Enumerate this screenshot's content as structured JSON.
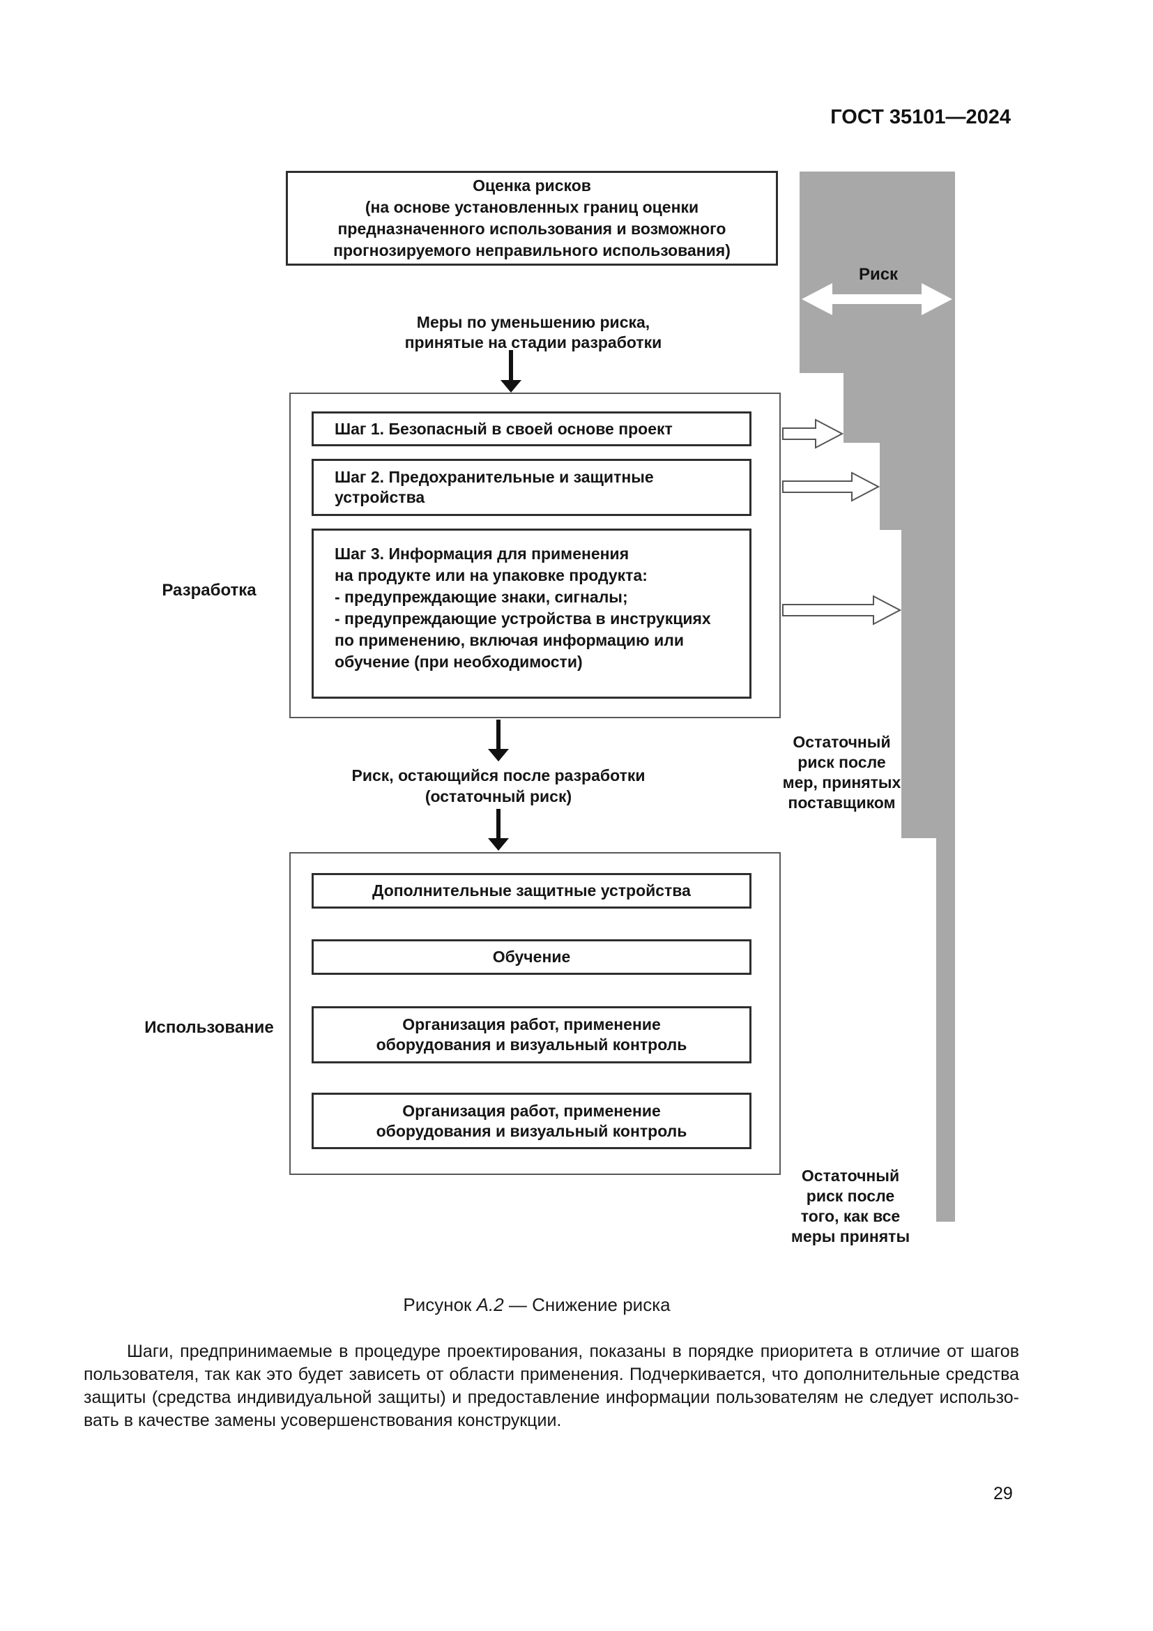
{
  "page": {
    "header": "ГОСТ 35101—2024",
    "page_number": "29"
  },
  "colors": {
    "risk_gray": "#a8a8a8",
    "arrow_outline": "#555555",
    "black": "#111111"
  },
  "diagram": {
    "risk_label": "Риск",
    "top_box_lines": [
      "Оценка рисков",
      "(на основе установленных границ оценки",
      "предназначенного использования и возможного",
      "прогнозируемого неправильного использования)"
    ],
    "measures_lines": [
      "Меры по уменьшению риска,",
      "принятые на стадии разработки"
    ],
    "development": {
      "label": "Разработка",
      "step1": "Шаг 1. Безопасный в своей основе проект",
      "step2_lines": [
        "Шаг 2. Предохранительные и защитные",
        "устройства"
      ],
      "step3_lines": [
        "Шаг 3. Информация для применения",
        "на продукте или на упаковке продукта:",
        "- предупреждающие знаки, сигналы;",
        "- предупреждающие устройства в инструкциях",
        "по применению, включая информацию или",
        "обучение (при необходимости)"
      ]
    },
    "residual_after_dev_lines": [
      "Риск, остающийся после разработки",
      "(остаточный риск)"
    ],
    "supplier_residual_lines": [
      "Остаточный",
      "риск после",
      "мер, принятых",
      "поставщиком"
    ],
    "use": {
      "label": "Использование",
      "box1": "Дополнительные защитные устройства",
      "box2": "Обучение",
      "box3_lines": [
        "Организация работ, применение",
        "оборудования и визуальный контроль"
      ],
      "box4_lines": [
        "Организация работ, применение",
        "оборудования и визуальный контроль"
      ]
    },
    "final_residual_lines": [
      "Остаточный",
      "риск после",
      "того, как все",
      "меры приняты"
    ]
  },
  "caption": {
    "prefix": "Рисунок ",
    "figure_id": "А.2",
    "suffix": " — Снижение риска"
  },
  "paragraph_lines": [
    "Шаги, предпринимаемые в процедуре проектирования, показаны в порядке приоритета в отличие от шагов",
    "пользователя, так как это будет зависеть от области применения. Подчеркивается, что дополнительные средства",
    "защиты (средства индивидуальной защиты) и предоставление информации пользователям не следует использо-",
    "вать в качестве замены усовершенствования конструкции."
  ]
}
